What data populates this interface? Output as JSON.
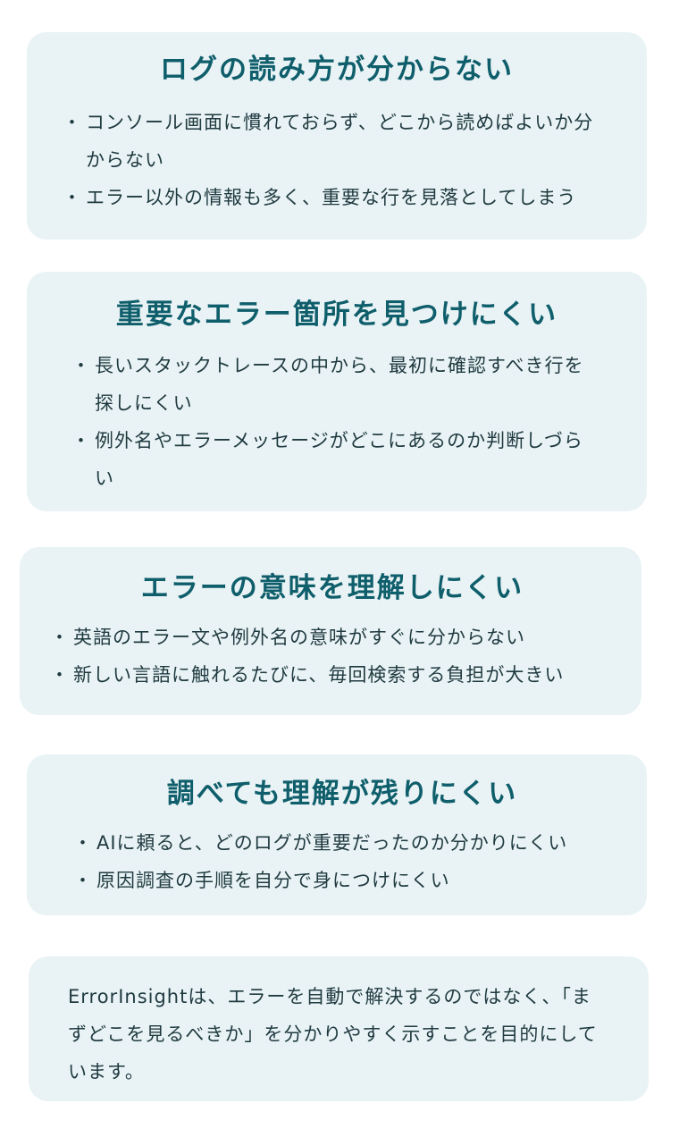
{
  "bullet": "・",
  "cards": [
    {
      "title": "ログの読み方が分からない",
      "items": [
        "コンソール画面に慣れておらず、どこから読めばよいか分からない",
        "エラー以外の情報も多く、重要な行を見落としてしまう"
      ]
    },
    {
      "title": "重要なエラー箇所を見つけにくい",
      "items": [
        "長いスタックトレースの中から、最初に確認すべき行を探しにくい",
        "例外名やエラーメッセージがどこにあるのか判断しづらい"
      ]
    },
    {
      "title": "エラーの意味を理解しにくい",
      "items": [
        "英語のエラー文や例外名の意味がすぐに分からない",
        "新しい言語に触れるたびに、毎回検索する負担が大きい"
      ]
    },
    {
      "title": "調べても理解が残りにくい",
      "items": [
        "AIに頼ると、どのログが重要だったのか分かりにくい",
        "原因調査の手順を自分で身につけにくい"
      ]
    }
  ],
  "summary": {
    "text": "ErrorInsightは、エラーを自動で解決するのではなく、「まずどこを見るべきか」を分かりやすく示すことを目的にしています。"
  },
  "colors": {
    "card_background": "#e9f3f5",
    "title": "#0f5e6b",
    "body_text": "#1f3a40"
  }
}
